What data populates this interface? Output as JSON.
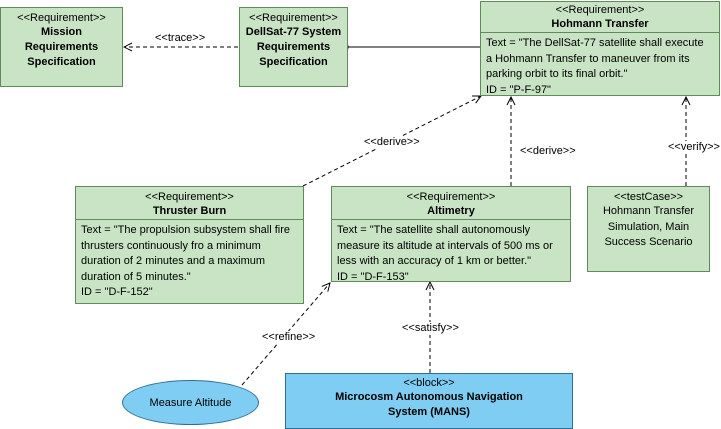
{
  "nodes": {
    "mission": {
      "stereotype": "<<Requirement>>",
      "name": "Mission\nRequirements\nSpecification"
    },
    "dellsat": {
      "stereotype": "<<Requirement>>",
      "name": "DellSat-77 System\nRequirements\nSpecification"
    },
    "hohmann": {
      "stereotype": "<<Requirement>>",
      "name": "Hohmann Transfer",
      "text": "Text = \"The DellSat-77 satellite shall execute\na Hohmann Transfer to maneuver from its\nparking orbit to its final orbit.\"",
      "id": "ID = \"P-F-97\""
    },
    "thruster": {
      "stereotype": "<<Requirement>>",
      "name": "Thruster Burn",
      "text": "Text = \"The propulsion subsystem shall fire\nthrusters continuously fro a minimum\nduration of 2 minutes and a maximum\nduration of 5 minutes.\"",
      "id": "ID = \"D-F-152\""
    },
    "altimetry": {
      "stereotype": "<<Requirement>>",
      "name": "Altimetry",
      "text": "Text = \"The satellite shall autonomously\nmeasure its altitude at intervals of 500 ms or\nless with an accuracy of 1 km or better.\"",
      "id": "ID = \"D-F-153\""
    },
    "testcase": {
      "stereotype": "<<testCase>>",
      "name": "Hohmann Transfer\nSimulation, Main\nSuccess Scenario"
    },
    "mans": {
      "stereotype": "<<block>>",
      "name": "Microcosm Autonomous Navigation\nSystem (MANS)"
    },
    "measure": {
      "name": "Measure Altitude"
    }
  },
  "edges": {
    "trace": "<<trace>>",
    "derive1": "<<derive>>",
    "derive2": "<<derive>>",
    "verify": "<<verify>>",
    "refine": "<<refine>>",
    "satisfy": "<<satisfy>>"
  },
  "colors": {
    "requirement_fill": "#c9e3c5",
    "requirement_border": "#5f8a5a",
    "block_fill": "#7fcdf2",
    "block_border": "#2e6f98"
  }
}
